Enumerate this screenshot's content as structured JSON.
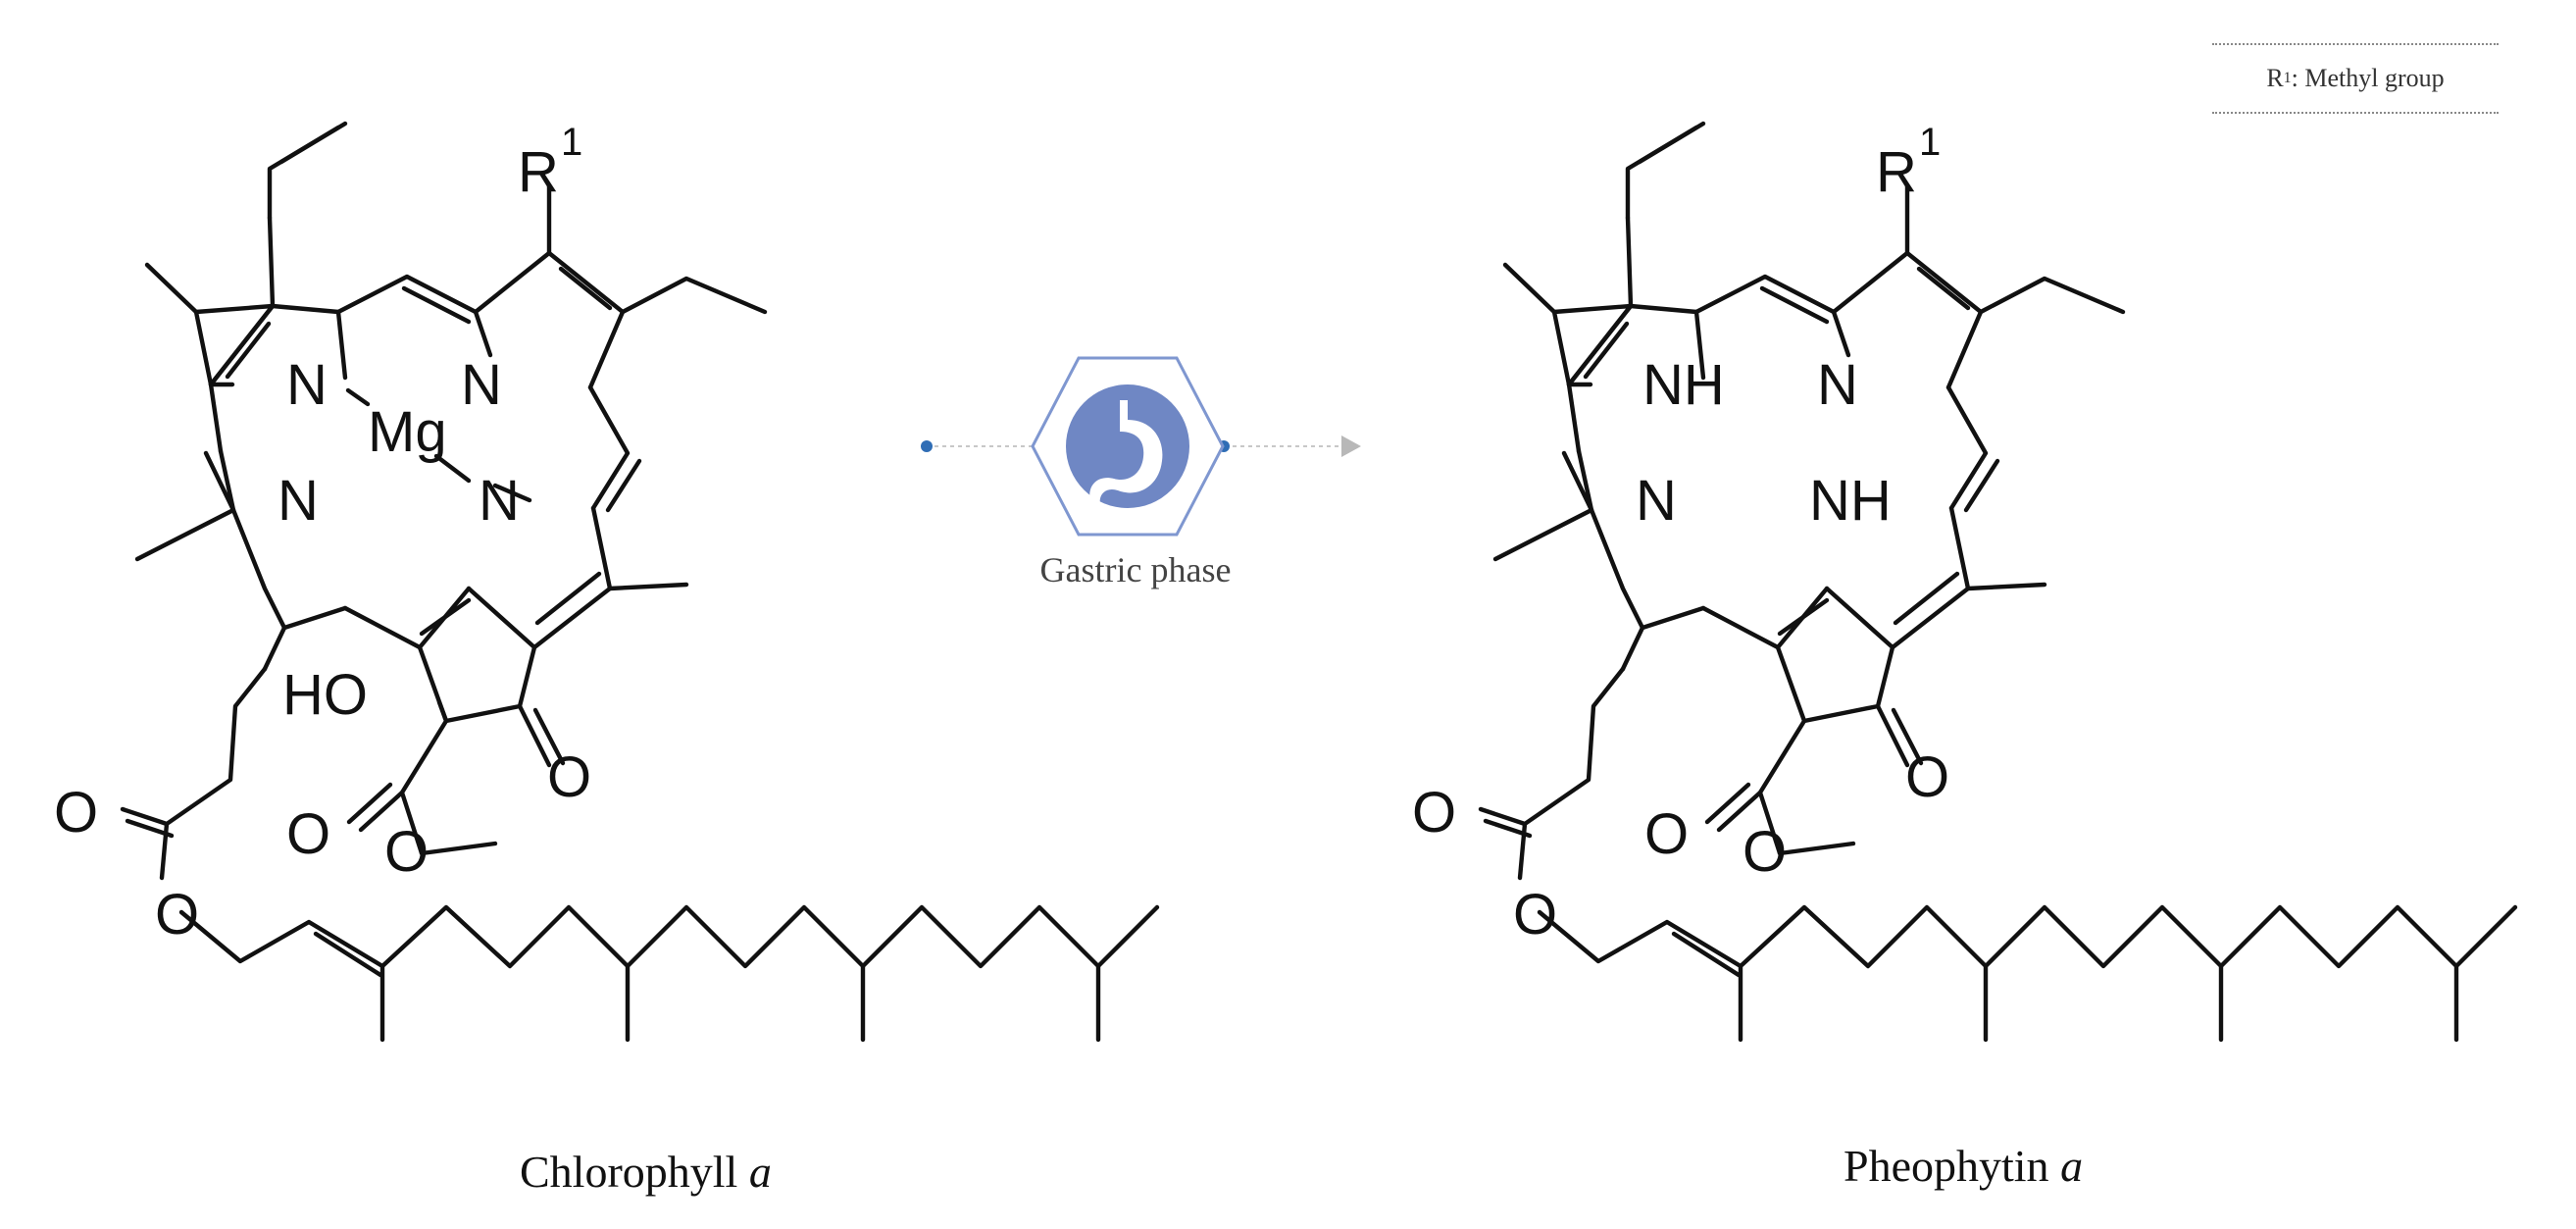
{
  "legend": {
    "prefix": "R",
    "superscript": "1",
    "text": ": Methyl group"
  },
  "process": {
    "label": "Gastric phase",
    "icon": "stomach-icon"
  },
  "compounds": {
    "left": {
      "name": "Chlorophyll",
      "suffix": "a"
    },
    "right": {
      "name": "Pheophytin",
      "suffix": "a"
    }
  },
  "atoms": {
    "r": "R",
    "r_sup": "1",
    "n": "N",
    "nh": "NH",
    "mg": "Mg",
    "o": "O",
    "ho": "HO"
  },
  "colors": {
    "icon_blue": "#6f87c4",
    "connector_blue": "#2f6db5",
    "arrow_grey": "#b8b8b8"
  }
}
